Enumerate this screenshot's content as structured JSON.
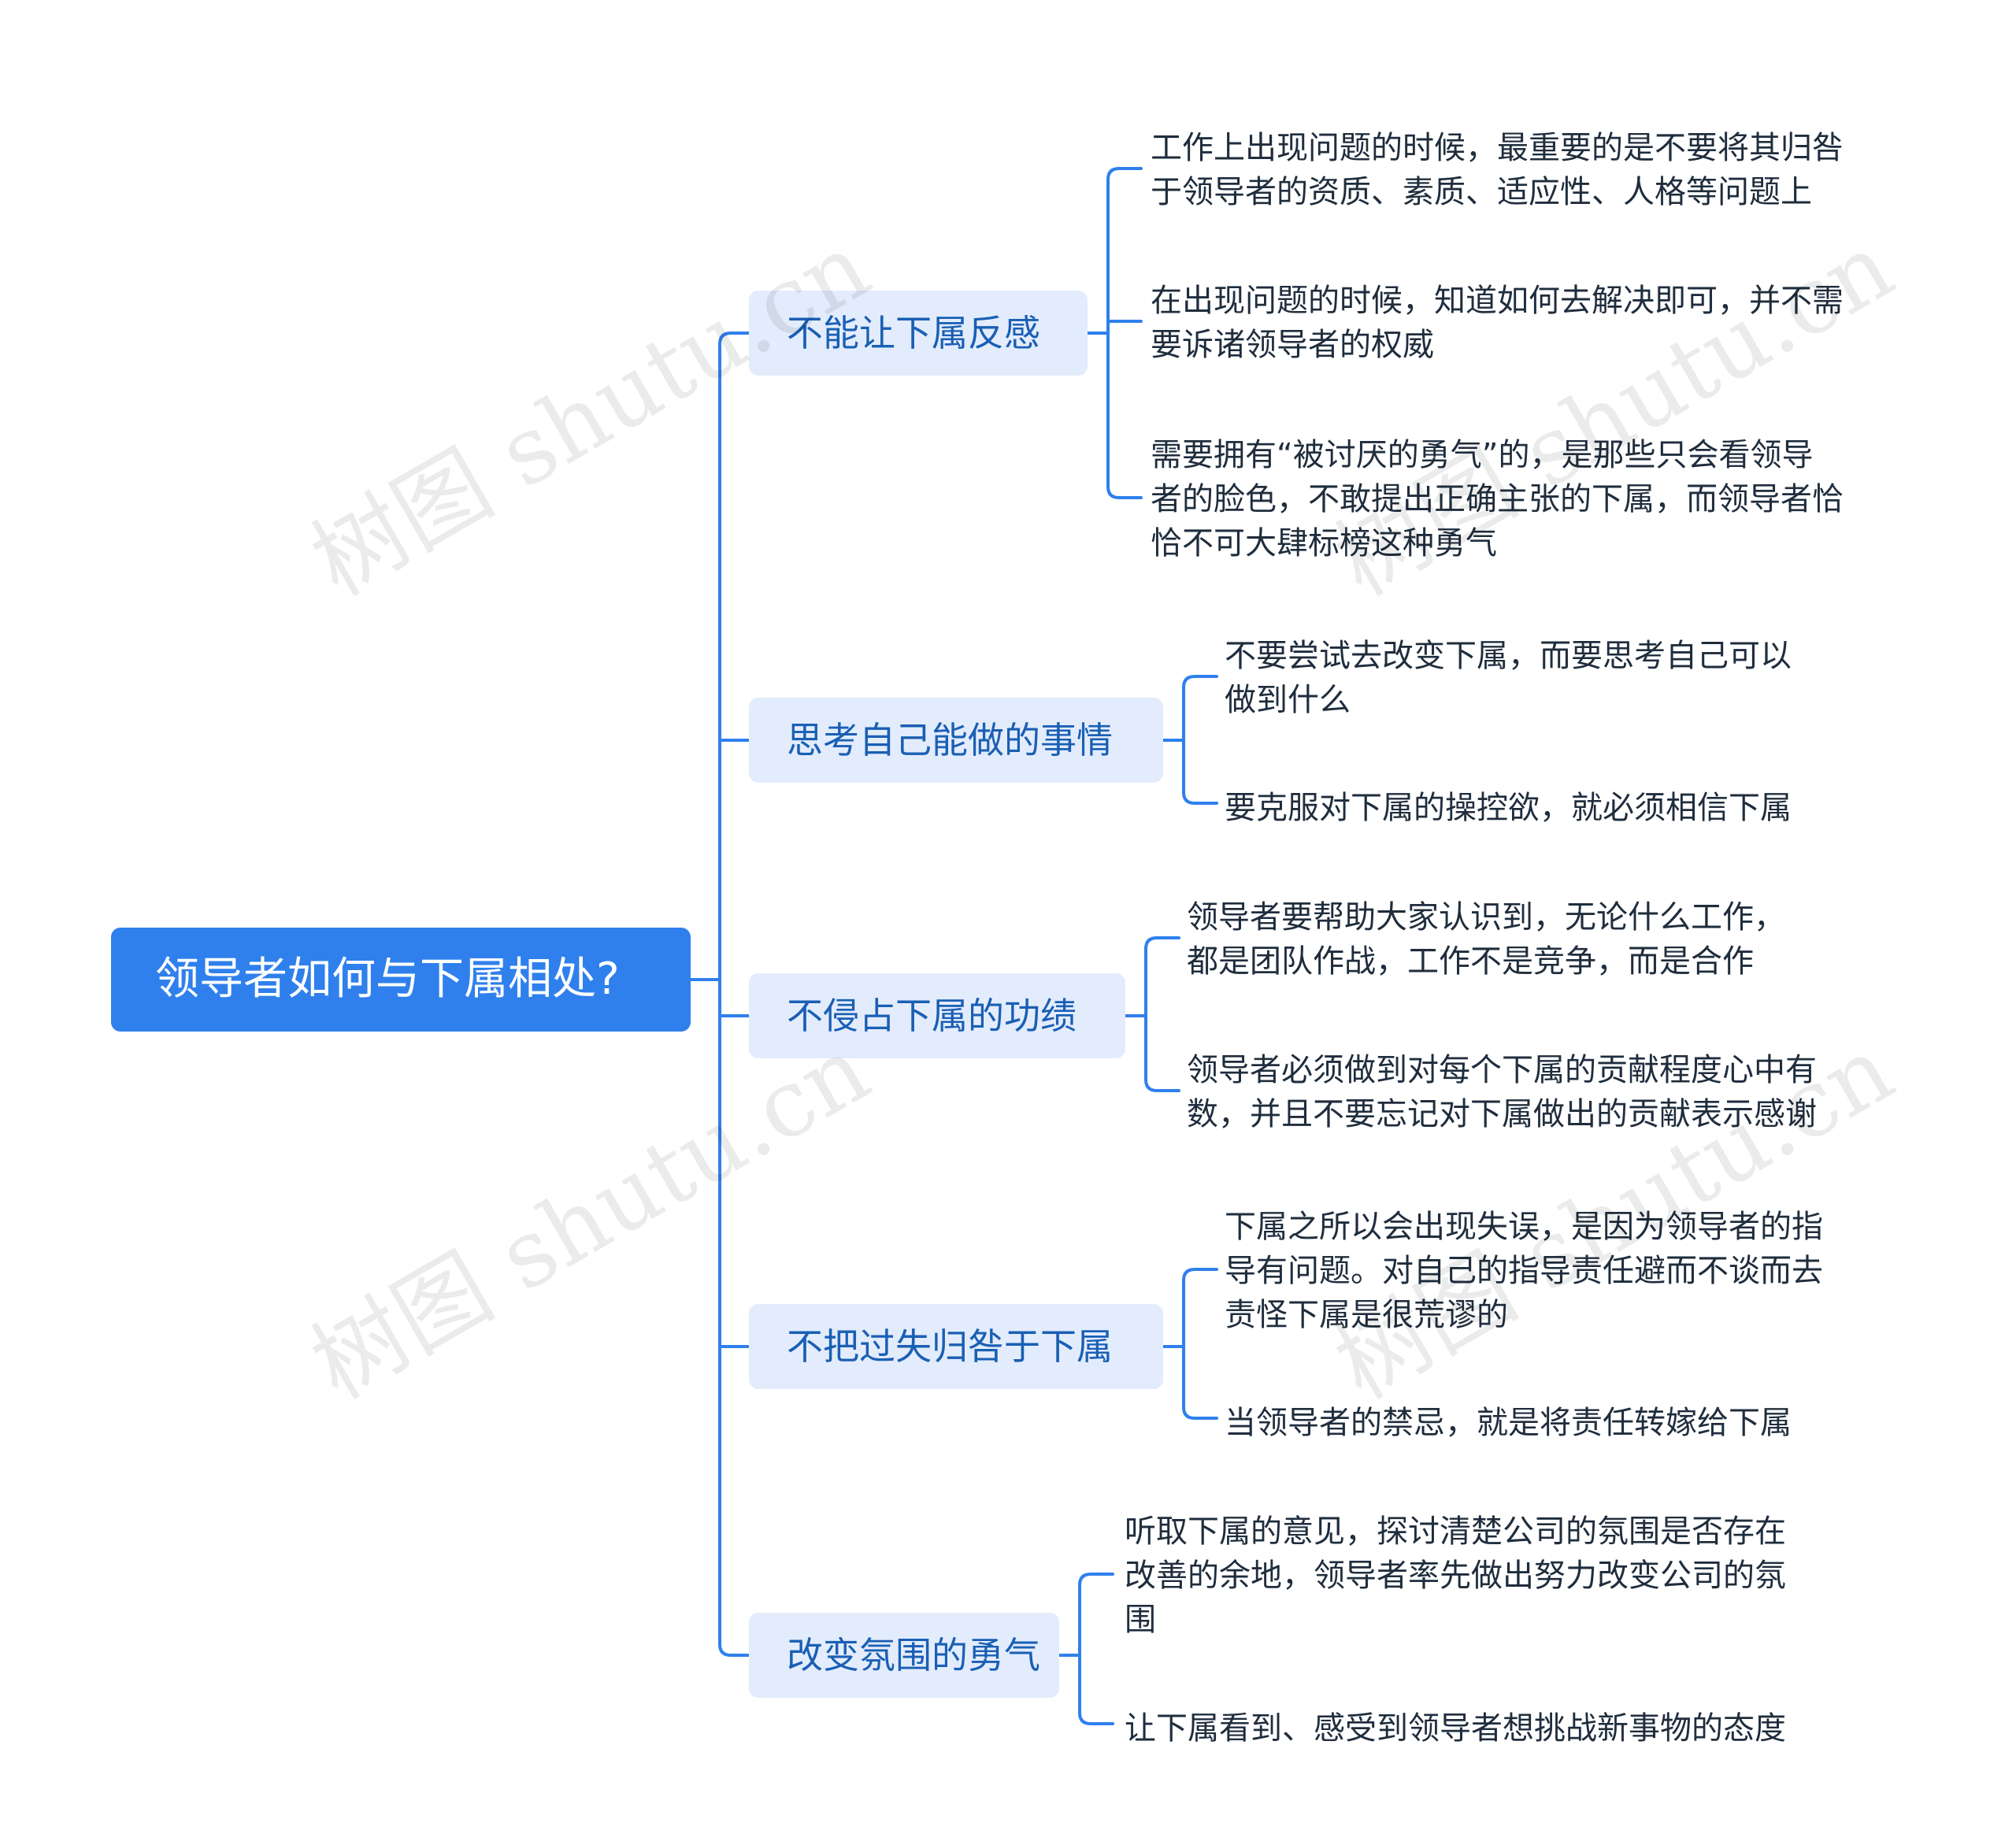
{
  "root": {
    "label": "领导者如何与下属相处?"
  },
  "branches": [
    {
      "label": "不能让下属反感",
      "children": [
        "工作上出现问题的时候，最重要的是不要将其归咎\n于领导者的资质、素质、适应性、人格等问题上",
        "在出现问题的时候，知道如何去解决即可，并不需\n要诉诸领导者的权威",
        "需要拥有“被讨厌的勇气”的，是那些只会看领导\n者的脸色，不敢提出正确主张的下属，而领导者恰\n恰不可大肆标榜这种勇气"
      ]
    },
    {
      "label": "思考自己能做的事情",
      "children": [
        "不要尝试去改变下属，而要思考自己可以\n做到什么",
        "要克服对下属的操控欲，就必须相信下属"
      ]
    },
    {
      "label": "不侵占下属的功绩",
      "children": [
        "领导者要帮助大家认识到，无论什么工作，\n都是团队作战，工作不是竞争，而是合作",
        "领导者必须做到对每个下属的贡献程度心中有\n数，并且不要忘记对下属做出的贡献表示感谢"
      ]
    },
    {
      "label": "不把过失归咎于下属",
      "children": [
        "下属之所以会出现失误，是因为领导者的指\n导有问题。对自己的指导责任避而不谈而去\n责怪下属是很荒谬的",
        "当领导者的禁忌，就是将责任转嫁给下属"
      ]
    },
    {
      "label": "改变氛围的勇气",
      "children": [
        "听取下属的意见，探讨清楚公司的氛围是否存在\n改善的余地，领导者率先做出努力改变公司的氛\n围",
        "让下属看到、感受到领导者想挑战新事物的态度"
      ]
    }
  ],
  "watermark": "树图 shutu.cn",
  "colors": {
    "root_bg": "#2f80ed",
    "branch_bg": "#e3ecfc",
    "line": "#2f80ed",
    "branch_text": "#1a5fb4",
    "leaf_text": "#1f2d3d"
  }
}
